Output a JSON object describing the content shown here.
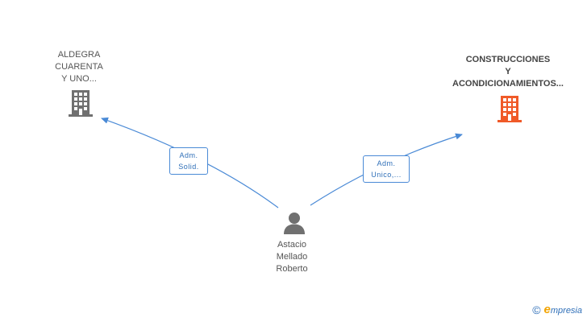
{
  "nodes": {
    "company_left": {
      "label_lines": [
        "ALDEGRA",
        "CUARENTA",
        "Y UNO..."
      ],
      "icon": "building-icon",
      "color": "#707070"
    },
    "company_right": {
      "label_lines": [
        "CONSTRUCCIONES",
        "Y",
        "ACONDICIONAMIENTOS..."
      ],
      "icon": "building-icon",
      "color": "#f05a28"
    },
    "person": {
      "label_lines": [
        "Astacio",
        "Mellado",
        "Roberto"
      ],
      "icon": "person-icon",
      "color": "#707070"
    }
  },
  "edges": {
    "to_left": {
      "badge_lines": [
        "Adm.",
        "Solid."
      ]
    },
    "to_right": {
      "badge_lines": [
        "Adm.",
        "Unico,..."
      ]
    }
  },
  "colors": {
    "edge": "#4a8ad6",
    "badge_text": "#2f6fb8"
  },
  "watermark": {
    "copyright": "©",
    "brand_initial": "e",
    "brand_rest": "mpresia"
  }
}
